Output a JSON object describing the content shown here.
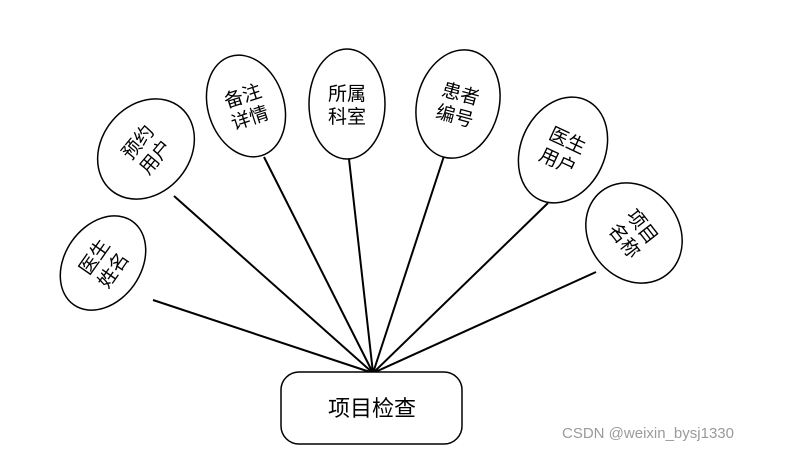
{
  "entity": {
    "label": "项目检查"
  },
  "attributes": [
    {
      "key": "doctor-name",
      "lines": [
        "医生",
        "姓名"
      ]
    },
    {
      "key": "booking-user",
      "lines": [
        "预约",
        "用户"
      ]
    },
    {
      "key": "remarks",
      "lines": [
        "备注",
        "详情"
      ]
    },
    {
      "key": "department",
      "lines": [
        "所属",
        "科室"
      ]
    },
    {
      "key": "patient-id",
      "lines": [
        "患者",
        "编号"
      ]
    },
    {
      "key": "doctor-user",
      "lines": [
        "医生",
        "用户"
      ]
    },
    {
      "key": "project-name",
      "lines": [
        "项目",
        "名称"
      ]
    }
  ],
  "watermark": "CSDN @weixin_bysj1330",
  "colors": {
    "stroke": "#000000",
    "background": "#ffffff",
    "watermark": "#9a9a9a"
  }
}
